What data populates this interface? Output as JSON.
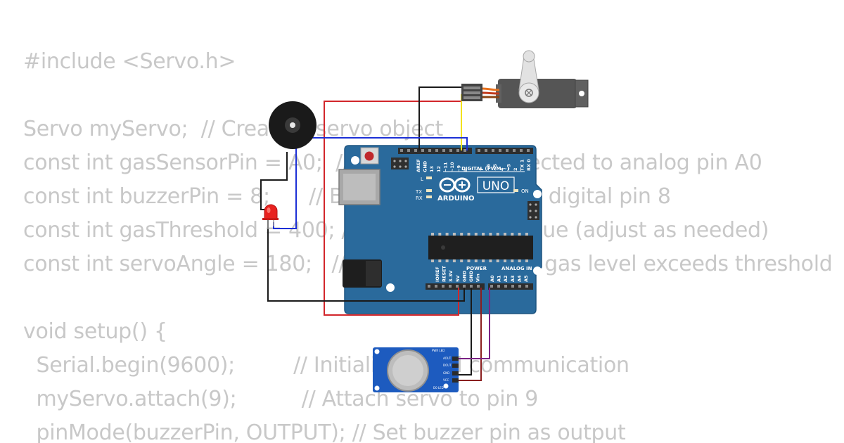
{
  "code_lines": [
    "#include <Servo.h>",
    "",
    "Servo myServo;  // Create a servo object",
    "const int gasSensorPin = A0;  // Gas sensor connected to analog pin A0",
    "const int buzzerPin = 8;      // Buzzer connected to digital pin 8",
    "const int gasThreshold = 400; // Gas threshold value (adjust as needed)",
    "const int servoAngle = 180;   // Servo angle when gas level exceeds threshold",
    "",
    "void setup() {",
    "  Serial.begin(9600);         // Initialize serial communication",
    "  myServo.attach(9);          // Attach servo to pin 9",
    "  pinMode(buzzerPin, OUTPUT); // Set buzzer pin as output"
  ],
  "board": {
    "brand": "ARDUINO",
    "model": "UNO",
    "digital_label": "DIGITAL (PWM ~)",
    "power_label": "POWER",
    "analog_label": "ANALOG IN",
    "on_label": "ON",
    "led_l": "L",
    "led_tx": "TX",
    "led_rx": "RX",
    "header_top_left": [
      "AREF",
      "GND",
      "13",
      "12",
      "~11",
      "~10",
      "~9",
      "8"
    ],
    "header_top_right": [
      "7",
      "~6",
      "~5",
      "4",
      "~3",
      "2",
      "TX 1",
      "RX 0"
    ],
    "header_power": [
      "IOREF",
      "RESET",
      "3.3V",
      "5V",
      "GND",
      "GND",
      "Vin"
    ],
    "header_analog": [
      "A0",
      "A1",
      "A2",
      "A3",
      "A4",
      "A5"
    ]
  },
  "gas_sensor": {
    "pins": [
      "AOUT",
      "DOUT",
      "GND",
      "VCC"
    ],
    "led_labels": [
      "PWR LED",
      "D0 LED"
    ]
  },
  "colors": {
    "board": "#2a6a9c",
    "board_dark": "#1d5480",
    "wire_red": "#d2262b",
    "wire_black": "#1a1a1a",
    "wire_blue": "#1c2fd6",
    "wire_yellow": "#f2e21d",
    "wire_purple": "#7b2285",
    "wire_brown": "#8a1f1f",
    "code_text": "#c8c8c8"
  }
}
